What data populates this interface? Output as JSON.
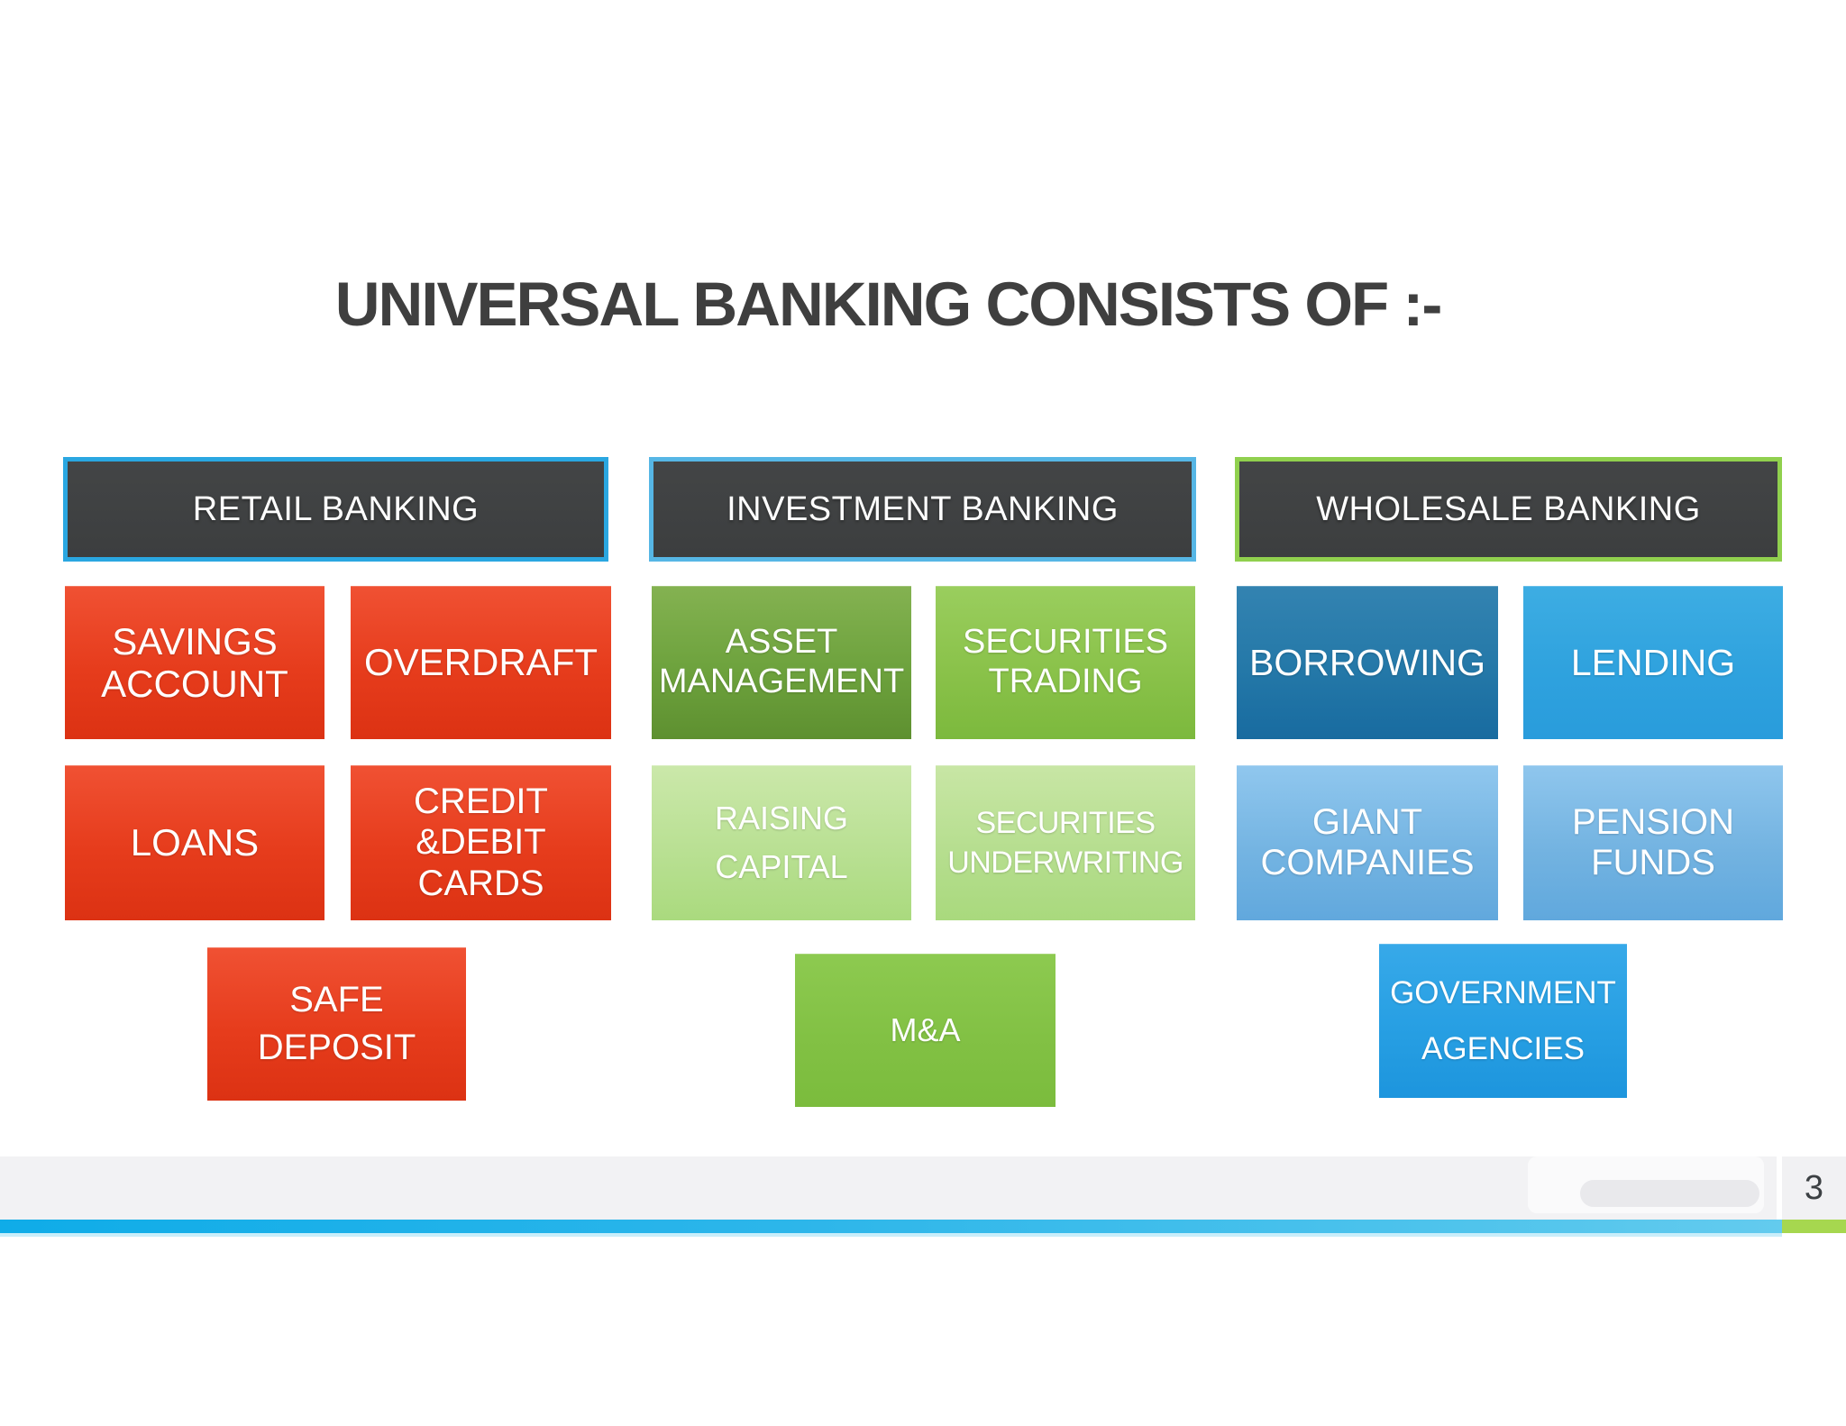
{
  "slide": {
    "title": "UNIVERSAL BANKING CONSISTS OF :-",
    "columns": [
      {
        "id": "retail",
        "header": "RETAIL BANKING",
        "accent_border": "#2aa7e1",
        "box_color": "#e8401f",
        "boxes": [
          {
            "label": "SAVINGS ACCOUNT"
          },
          {
            "label": "OVERDRAFT"
          },
          {
            "label": "LOANS"
          },
          {
            "label": "CREDIT &DEBIT CARDS"
          },
          {
            "label": "SAFE DEPOSIT"
          }
        ]
      },
      {
        "id": "investment",
        "header": "INVESTMENT BANKING",
        "accent_border": "#56b6e5",
        "box_colors": {
          "asset_management": "#6da23d",
          "securities_trading": "#8ac24a",
          "raising_capital": "#b9e093",
          "securities_underwriting": "#b6de8f",
          "m_and_a": "#82c144"
        },
        "boxes": [
          {
            "label": "ASSET MANAGEMENT"
          },
          {
            "label": "SECURITIES TRADING"
          },
          {
            "label": "RAISING CAPITAL"
          },
          {
            "label": "SECURITIES UNDERWRITING"
          },
          {
            "label": "M&A"
          }
        ]
      },
      {
        "id": "wholesale",
        "header": "WHOLESALE BANKING",
        "accent_border": "#90d04e",
        "box_colors": {
          "borrowing": "#2478a8",
          "lending": "#2fa2de",
          "giant_companies": "#74b4e2",
          "pension_funds": "#73b3e1",
          "government_agencies": "#279fe3"
        },
        "boxes": [
          {
            "label": "BORROWING"
          },
          {
            "label": "LENDING"
          },
          {
            "label": "GIANT COMPANIES"
          },
          {
            "label": "PENSION FUNDS"
          },
          {
            "label": "GOVERNMENT AGENCIES"
          }
        ]
      }
    ],
    "footer": {
      "page_number": "3",
      "bar_blue": "#2bb7ea",
      "bar_green": "#a6d74f",
      "band_color": "#f2f2f4",
      "header_fill": "#3f4142",
      "title_color": "#3f3f3f"
    }
  }
}
